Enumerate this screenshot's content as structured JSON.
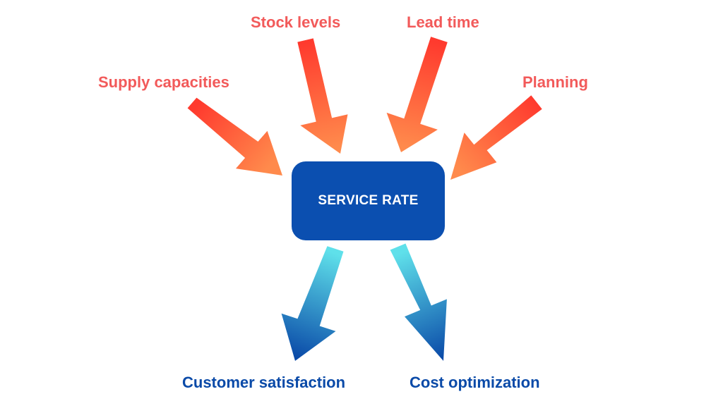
{
  "colors": {
    "input_text": "#f25a5a",
    "output_text": "#0a4aa8",
    "center_fill": "#0b4fb0",
    "center_text": "#ffffff",
    "input_arrow_start": "#ff3a2e",
    "input_arrow_end": "#ff8a4c",
    "output_arrow_start": "#5fe0ea",
    "output_arrow_end": "#0a4aa8"
  },
  "center": {
    "label": "SERVICE RATE"
  },
  "inputs": [
    {
      "label": "Supply capacities"
    },
    {
      "label": "Stock levels"
    },
    {
      "label": "Lead time"
    },
    {
      "label": "Planning"
    }
  ],
  "outputs": [
    {
      "label": "Customer satisfaction"
    },
    {
      "label": "Cost optimization"
    }
  ]
}
